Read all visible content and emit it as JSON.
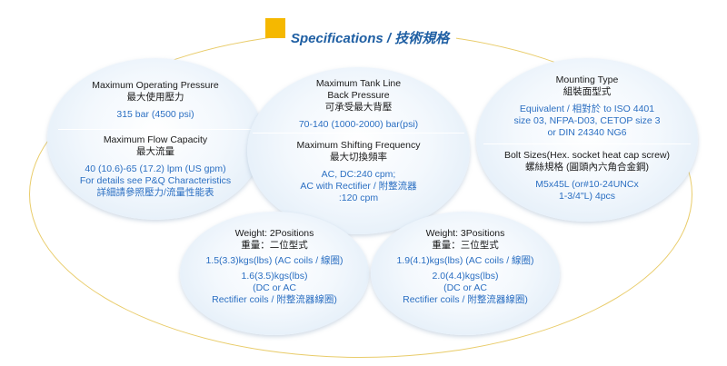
{
  "title": "Specifications / 技術規格",
  "operating_pressure": {
    "label_en": "Maximum Operating Pressure",
    "label_zh": "最大使用壓力",
    "value": "315 bar (4500 psi)"
  },
  "flow_capacity": {
    "label_en": "Maximum Flow Capacity",
    "label_zh": "最大流量",
    "value": "40 (10.6)-65 (17.2) lpm (US gpm)",
    "note_en": "For details see P&Q Characteristics",
    "note_zh": "詳細請參照壓力/流量性能表"
  },
  "tank_back_pressure": {
    "label_en_1": "Maximum Tank Line",
    "label_en_2": "Back Pressure",
    "label_zh": "可承受最大背壓",
    "value": "70-140 (1000-2000) bar(psi)"
  },
  "shifting_frequency": {
    "label_en": "Maximum Shifting Frequency",
    "label_zh": "最大切換頻率",
    "value_1": "AC, DC:240 cpm;",
    "value_2": "AC with Rectifier / 附整流器",
    "value_3": ":120 cpm"
  },
  "mounting_type": {
    "label_en": "Mounting Type",
    "label_zh": "組裝面型式",
    "value_1": "Equivalent / 相對於 to ISO 4401",
    "value_2": "size 03, NFPA-D03, CETOP size 3",
    "value_3": "or DIN 24340 NG6"
  },
  "bolt_sizes": {
    "label_en": "Bolt Sizes(Hex. socket heat cap screw)",
    "label_zh": "螺絲規格 (圓頭內六角合金鋼)",
    "value_1": "M5x45L (or#10-24UNCx",
    "value_2": "1-3/4\"L) 4pcs"
  },
  "weight_2pos": {
    "label_en": "Weight: 2Positions",
    "label_zh": "重量：二位型式",
    "value_1": "1.5(3.3)kgs(lbs) (AC coils / 線圈)",
    "value_2": "1.6(3.5)kgs(lbs)",
    "value_3": "(DC or AC",
    "value_4": "Rectifier coils / 附整流器線圈)"
  },
  "weight_3pos": {
    "label_en": "Weight: 3Positions",
    "label_zh": "重量：三位型式",
    "value_1": "1.9(4.1)kgs(lbs) (AC coils / 線圈)",
    "value_2": "2.0(4.4)kgs(lbs)",
    "value_3": "(DC or AC",
    "value_4": "Rectifier coils / 附整流器線圈)"
  },
  "colors": {
    "accent_square": "#f5b800",
    "title_blue": "#1f5fa3",
    "value_blue": "#2b6fc2",
    "orbit_gold": "#e9cc6a"
  }
}
